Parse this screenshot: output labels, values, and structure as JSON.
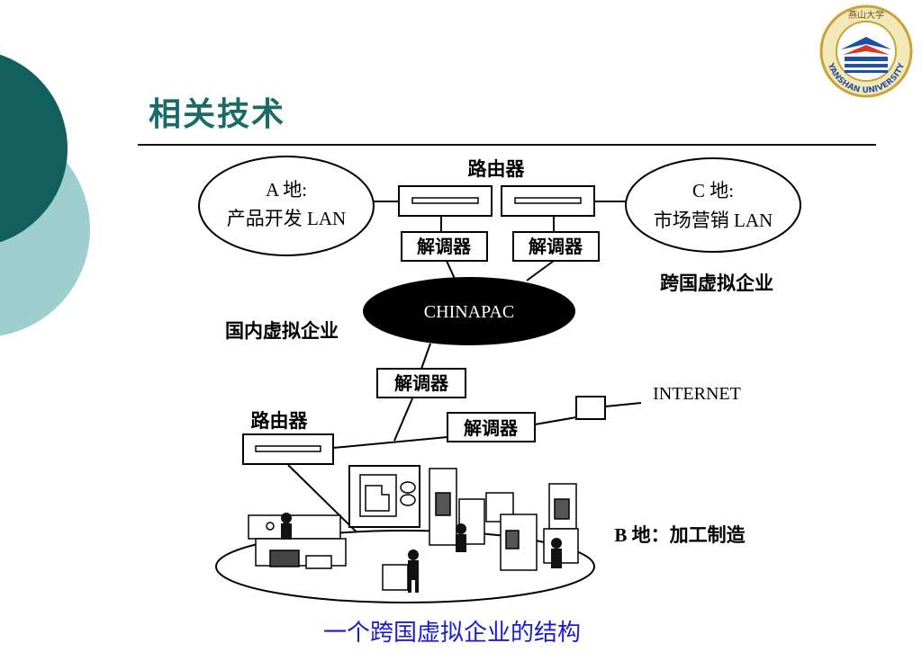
{
  "slide": {
    "title": "相关技术",
    "caption": "一个跨国虚拟企业的结构"
  },
  "logo": {
    "seal_text": "YANSHAN UNIVERSITY",
    "top_text": "燕山大学"
  },
  "diagram": {
    "site_a_line1": "A 地:",
    "site_a_line2": "产品开发 LAN",
    "site_c_line1": "C 地:",
    "site_c_line2": "市场营销 LAN",
    "router_top": "路由器",
    "router_left": "路由器",
    "modem_1": "解调器",
    "modem_2": "解调器",
    "modem_3": "解调器",
    "modem_4": "解调器",
    "network": "CHINAPAC",
    "label_transnational": "跨国虚拟企业",
    "label_domestic": "国内虚拟企业",
    "internet": "INTERNET",
    "site_b": "B 地：加工制造"
  },
  "colors": {
    "title": "#1a6b68",
    "caption": "#1a1ad0",
    "deco_dark": "#11605e",
    "deco_light": "#9ecfcf"
  }
}
